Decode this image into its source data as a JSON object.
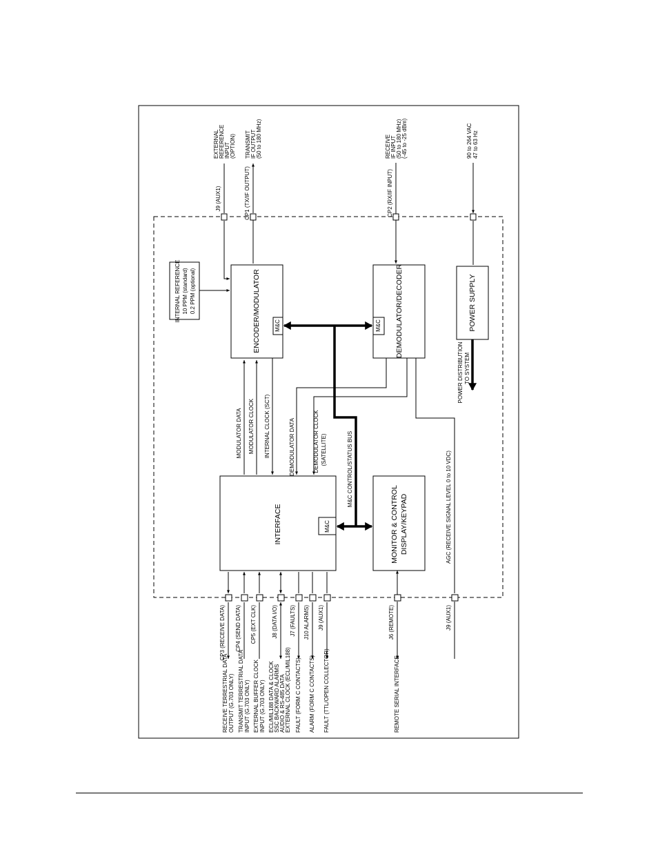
{
  "blocks": {
    "encoder": "ENCODER/MODULATOR",
    "demodulator": "DEMODULATOR/DECODER",
    "interface": "INTERFACE",
    "monitor": [
      "MONITOR & CONTROL",
      "DISPLAY/KEYPAD"
    ],
    "power": "POWER SUPPLY",
    "mc": "M&C",
    "internal_reference": [
      "INTERNAL REFERENCE",
      "10 PPM   (standard)",
      "0.2 PPM   (optional)"
    ]
  },
  "signals": {
    "modulator_data": "MODULATOR DATA",
    "modulator_clock": "MODULATOR CLOCK",
    "internal_clock": "INTERNAL CLOCK (SCT)",
    "demodulator_data": "DEMODULATOR DATA",
    "demodulator_clock": [
      "DEMODULATOR CLOCK",
      "(SATELLITE)"
    ],
    "mc_bus": "M&C CONTROL/STATUS BUS",
    "agc": "AGC (RECEIVE SIGNAL LEVEL 0 to 10 VDC)",
    "power_distribution": [
      "POWER DISTRIBUTION",
      "TO SYSTEM"
    ]
  },
  "top_ports": [
    {
      "port": "J9 (AUX1)",
      "desc": [
        "EXTERNAL",
        "REFERENCE",
        "INPUT",
        "(OPTION)"
      ]
    },
    {
      "port": "CP1 (TX/IF OUTPUT)",
      "desc": [
        "TRANSMIT",
        "IF OUTPUT",
        "(50 to 180 MHz)"
      ]
    },
    {
      "port": "CP2 (RX/IF INPUT)",
      "desc": [
        "RECEIVE",
        "IF INPUT",
        "(50 to 180 MHz)",
        "(-45 to -25 dBm)"
      ]
    },
    {
      "port": "",
      "desc": [
        "90 to 264 VAC",
        "47 to 63 Hz"
      ]
    }
  ],
  "bottom_ports": [
    {
      "port": "CP3 (RECEIVE DATA)",
      "desc": [
        "RECEIVE TERRESTRIAL DATA",
        "OUTPUT (G.703 ONLY)"
      ]
    },
    {
      "port": "CP4 (SEND DATA)",
      "desc": [
        "TRANSMIT TERRESTRIAL DATA",
        "INPUT (G.703 ONLY)"
      ]
    },
    {
      "port": "CP5 (EXT CLK)",
      "desc": [
        "EXTERNAL BUFFER CLOCK",
        "INPUT (G.703 ONLY)"
      ]
    },
    {
      "port": "J8 (DATA I/O)",
      "desc": [
        "ECL/MIL188 DATA & CLOCK",
        "SSC BACKWARD ALARMS",
        "AUDIO & RS-485 DATA",
        "EXTERNAL CLOCK (ECL/MIL188)"
      ]
    },
    {
      "port": "J7 (FAULTS)",
      "desc": [
        "FAULT (FORM C CONTACTS)"
      ]
    },
    {
      "port": "J10 ALARMS)",
      "desc": [
        "ALARM (FORM C CONTACTS)"
      ]
    },
    {
      "port": "J9 (AUX1)",
      "desc": [
        "FAULT (TTL/OPEN COLLECTOR)"
      ]
    },
    {
      "port": "J6 (REMOTE)",
      "desc": [
        "REMOTE SERIAL INTERFACE"
      ]
    },
    {
      "port": "J9 (AUX1)",
      "desc": []
    }
  ]
}
